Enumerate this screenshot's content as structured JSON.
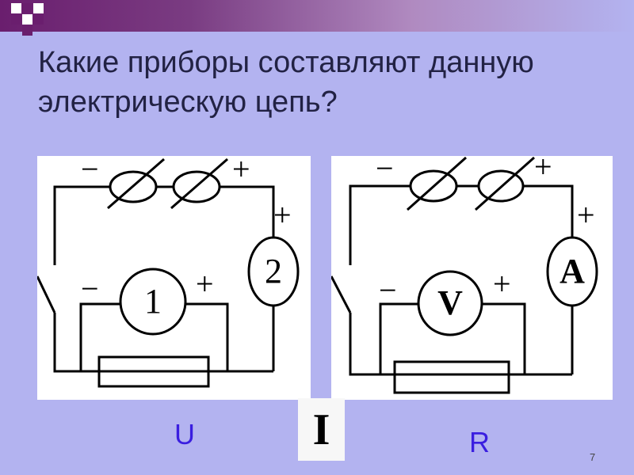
{
  "slide": {
    "title": "Какие приборы составляют данную электрическую цепь?",
    "page_number": "7"
  },
  "answers": {
    "left": "U",
    "center": "I",
    "right": "R"
  },
  "left_circuit": {
    "meter_bottom": "1",
    "meter_right": "2"
  },
  "right_circuit": {
    "meter_bottom": "V",
    "meter_right": "A"
  },
  "polarity": {
    "minus": "−",
    "plus": "+"
  }
}
